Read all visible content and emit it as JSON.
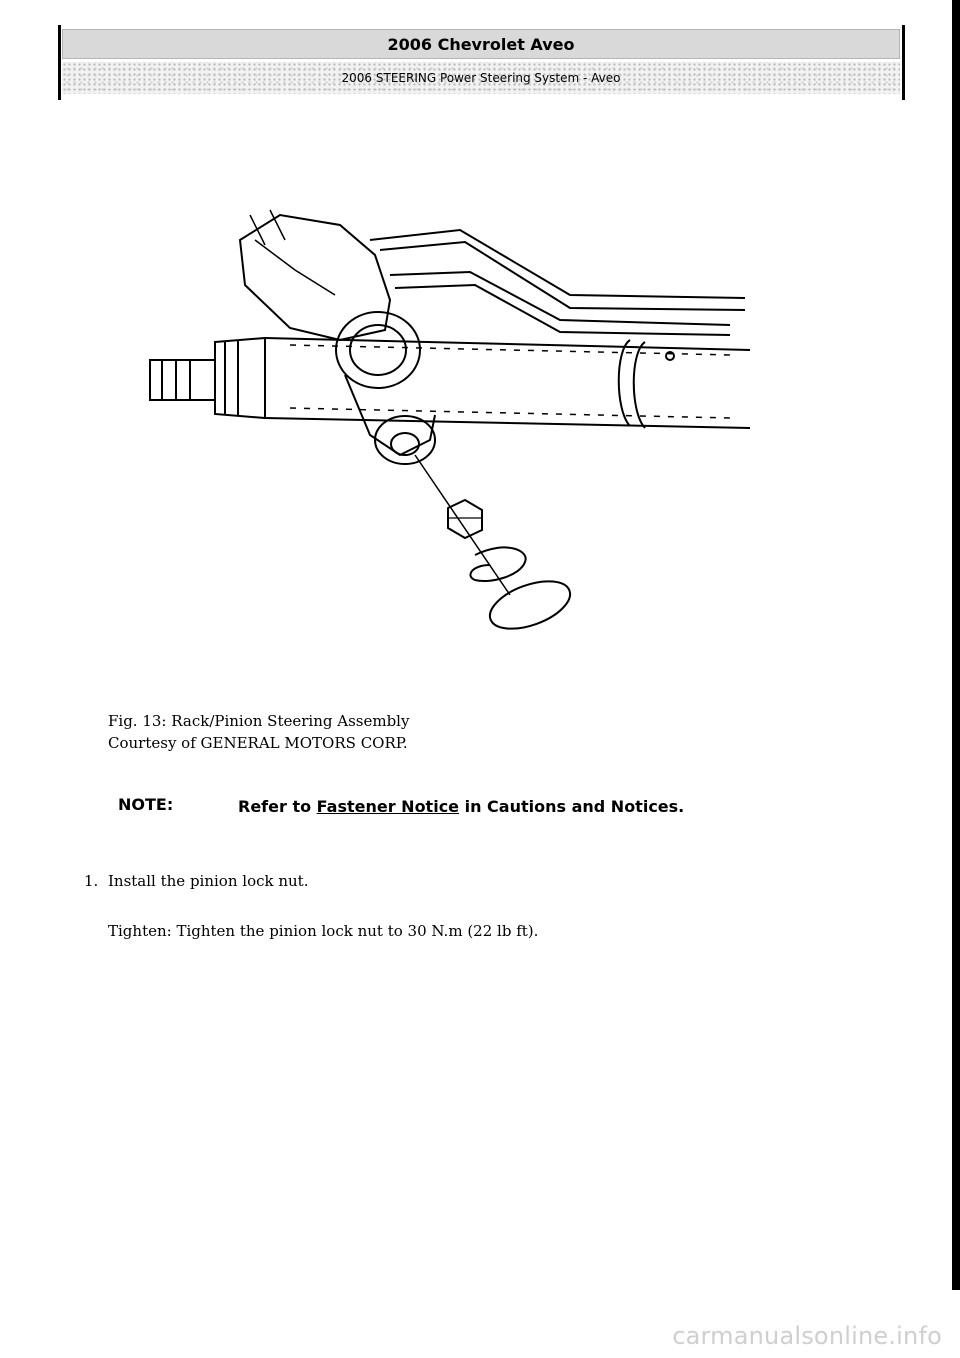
{
  "header": {
    "title": "2006 Chevrolet Aveo",
    "subtitle": "2006 STEERING Power Steering System - Aveo"
  },
  "figure": {
    "caption_line1": "Fig. 13: Rack/Pinion Steering Assembly",
    "caption_line2": "Courtesy of GENERAL MOTORS CORP."
  },
  "note": {
    "label": "NOTE:",
    "prefix": "Refer to ",
    "link": "Fastener Notice",
    "suffix": " in Cautions and Notices."
  },
  "step": {
    "number": "1.",
    "text": "Install the pinion lock nut.",
    "tighten_label": "Tighten:",
    "tighten_text": " Tighten the pinion lock nut to 30 N.m (22 lb ft)."
  },
  "watermark": "carmanualsonline.info"
}
